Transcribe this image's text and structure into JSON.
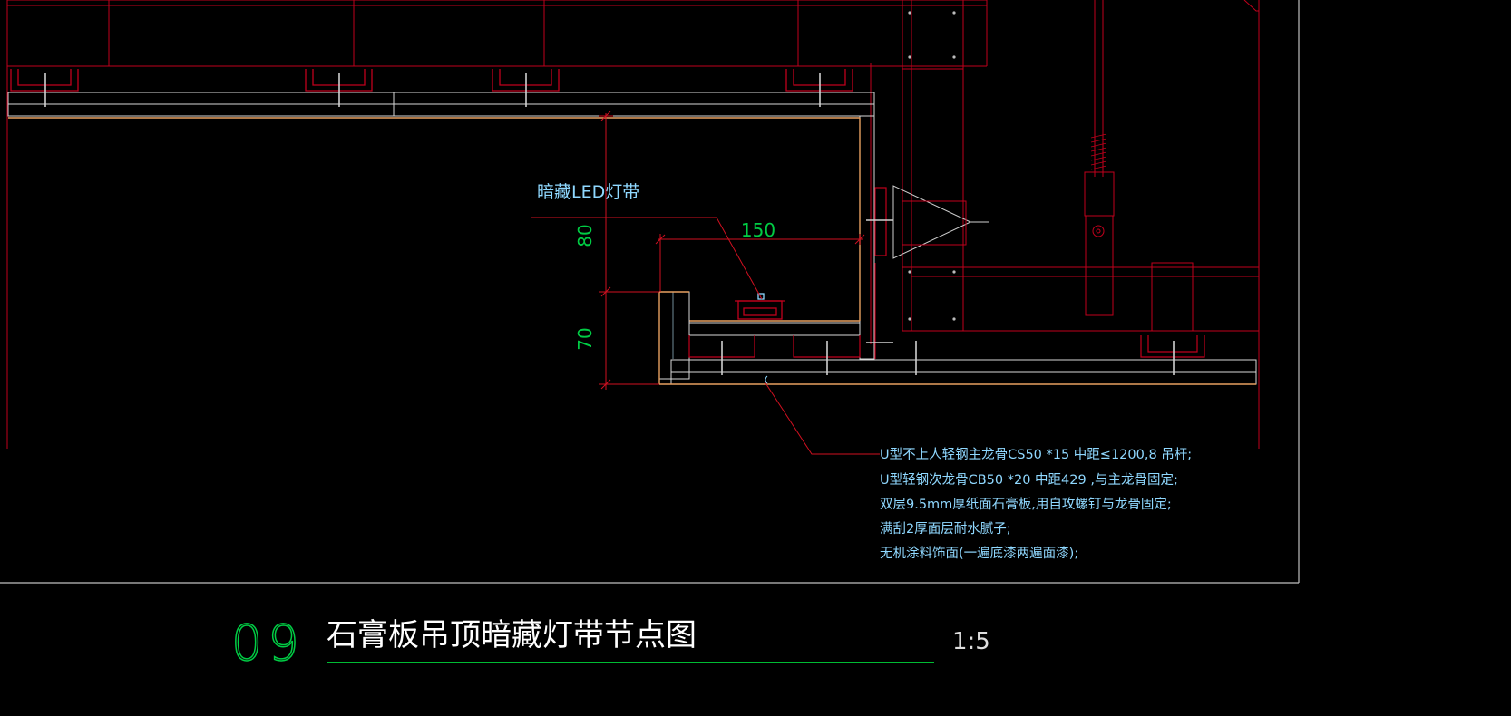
{
  "annotations": {
    "led_strip_label": "暗藏LED灯带",
    "dim_80": "80",
    "dim_70": "70",
    "dim_150": "150"
  },
  "notes": [
    "U型不上人轻钢主龙骨CS50 *15 中距≤1200,8 吊杆;",
    "U型轻钢次龙骨CB50 *20  中距429 ,与主龙骨固定;",
    "双层9.5mm厚纸面石膏板,用自攻螺钉与龙骨固定;",
    "满刮2厚面层耐水腻子;",
    "无机涂料饰面(一遍底漆两遍面漆);"
  ],
  "title_block": {
    "number": "09",
    "title": "石膏板吊顶暗藏灯带节点图",
    "scale": "1:5"
  },
  "colors": {
    "background": "#000000",
    "structure": "#c0001c",
    "board": "#d8d8d8",
    "finish": "#e8a060",
    "dimension": "#00cc44",
    "text": "#8fd8ff",
    "underline": "#00bb33"
  }
}
